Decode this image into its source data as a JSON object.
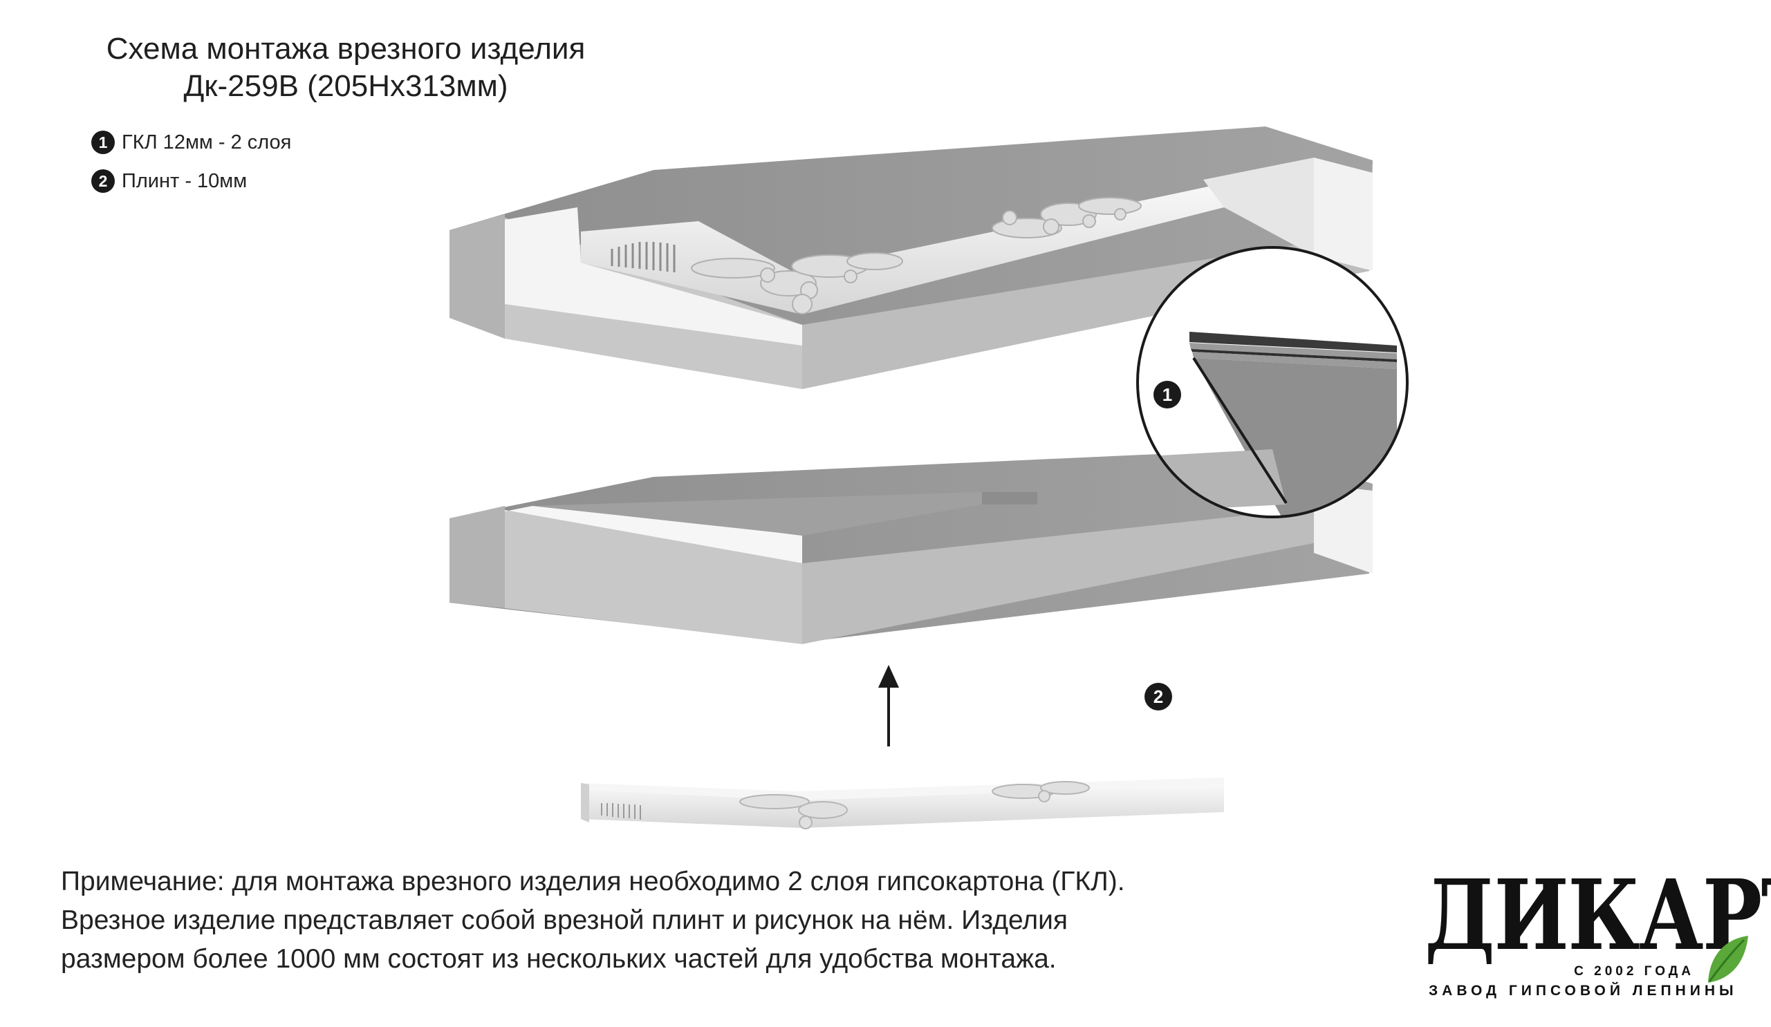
{
  "title": {
    "line1": "Схема монтажа врезного изделия",
    "line2": "Дк-259В (205Нх313мм)"
  },
  "legend": [
    {
      "number": "1",
      "text": "ГКЛ 12мм - 2 слоя"
    },
    {
      "number": "2",
      "text": "Плинт - 10мм"
    }
  ],
  "callouts": {
    "detail_marker": "1",
    "molding_marker": "2"
  },
  "note": {
    "line1": "Примечание: для монтажа врезного изделия необходимо 2 слоя гипсокартона (ГКЛ).",
    "line2": "Врезное изделие представляет собой врезной плинт и рисунок на нём. Изделия",
    "line3": "размером более 1000 мм состоят из нескольких частей для удобства монтажа."
  },
  "logo": {
    "name": "ДИКАРТ",
    "since": "С 2002 ГОДА",
    "subtitle": "ЗАВОД ГИПСОВОЙ ЛЕПНИНЫ"
  },
  "colors": {
    "drywall_side": "#b5b5b5",
    "drywall_top": "#9a9a9a",
    "cut_face": "#f3f3f3",
    "plinth": "#e8e8e8",
    "ink": "#1a1a1a"
  }
}
